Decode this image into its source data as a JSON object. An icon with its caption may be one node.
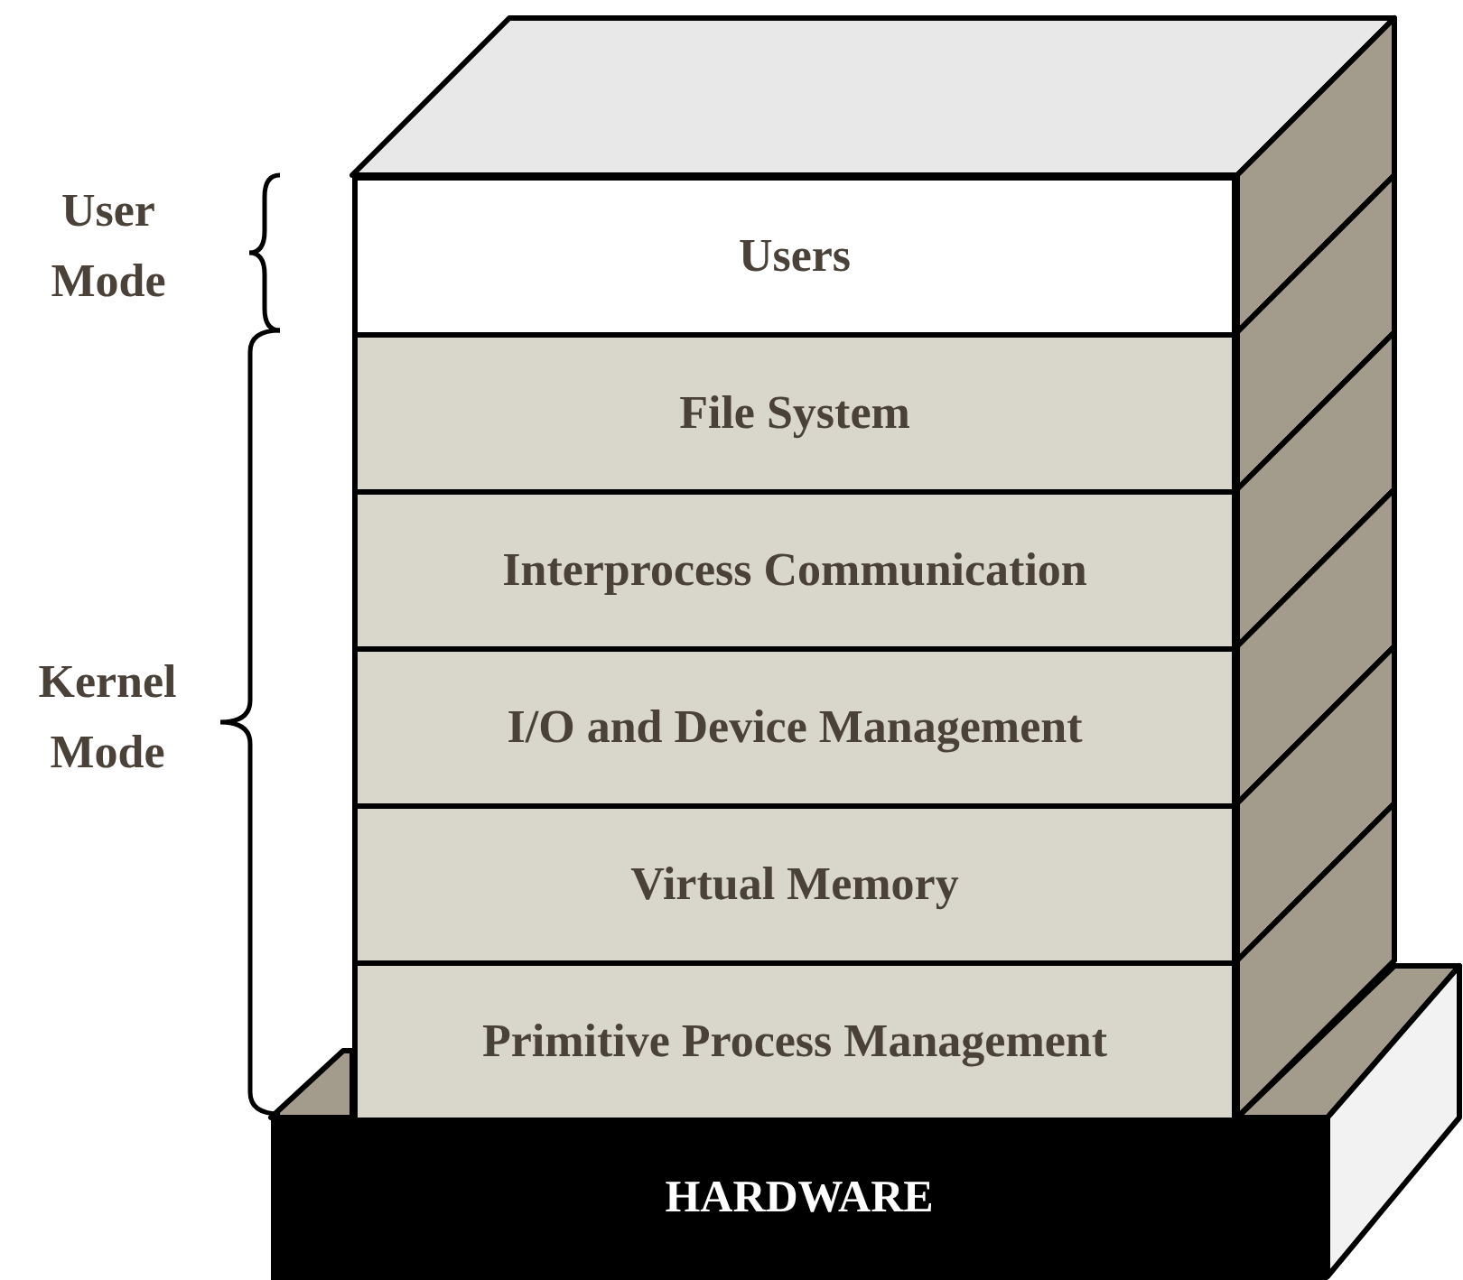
{
  "diagram": {
    "nodes": [
      {
        "text": [
          "Users"
        ]
      },
      {
        "text": [
          "File System"
        ]
      },
      {
        "text": [
          "Interprocess Communication"
        ]
      },
      {
        "text": [
          "I/O and Device Management"
        ]
      },
      {
        "text": [
          "Virtual Memory"
        ]
      },
      {
        "text": [
          "Primitive Process Management"
        ]
      },
      {
        "text": [
          "HARDWARE"
        ]
      }
    ],
    "labels": [
      "User Mode",
      "Kernel Mode"
    ]
  }
}
